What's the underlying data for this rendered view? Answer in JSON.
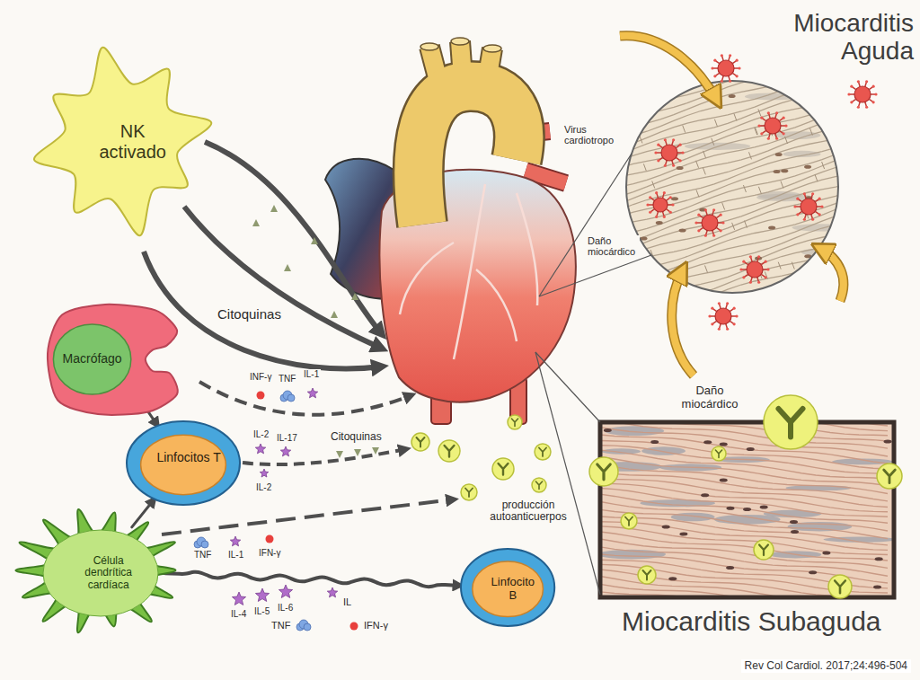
{
  "diagram": {
    "caption": "Rev Col Cardiol. 2017;24:496-504",
    "nodes": [
      {
        "text": [
          "NK activado"
        ]
      },
      {
        "text": [
          "Macrófago"
        ]
      },
      {
        "text": [
          "Linfocitos T"
        ]
      },
      {
        "text": [
          "Célula dendrítica cardíaca"
        ]
      },
      {
        "text": [
          "Linfocito B"
        ]
      }
    ],
    "edges": [
      {
        "from": 1,
        "to": 2,
        "arrow": "to"
      },
      {
        "from": 3,
        "to": 2,
        "arrow": "to"
      },
      {
        "from": 3,
        "to": 4,
        "arrow": "to"
      }
    ],
    "labels": [
      "Miocarditis Aguda",
      "Virus cardiotropo",
      "Daño miocárdico",
      "Citoquinas",
      "INF-γ",
      "TNF",
      "IL-1",
      "IL-2",
      "IL-17",
      "Citoquinas",
      "IL-2",
      "Daño miocárdico",
      "producción autoanticuerpos",
      "TNF",
      "IL-1",
      "IFN-γ",
      "IL-4",
      "IL-5",
      "IL-6",
      "IL",
      "TNF",
      "IFN-γ",
      "Miocarditis Subaguda"
    ]
  }
}
